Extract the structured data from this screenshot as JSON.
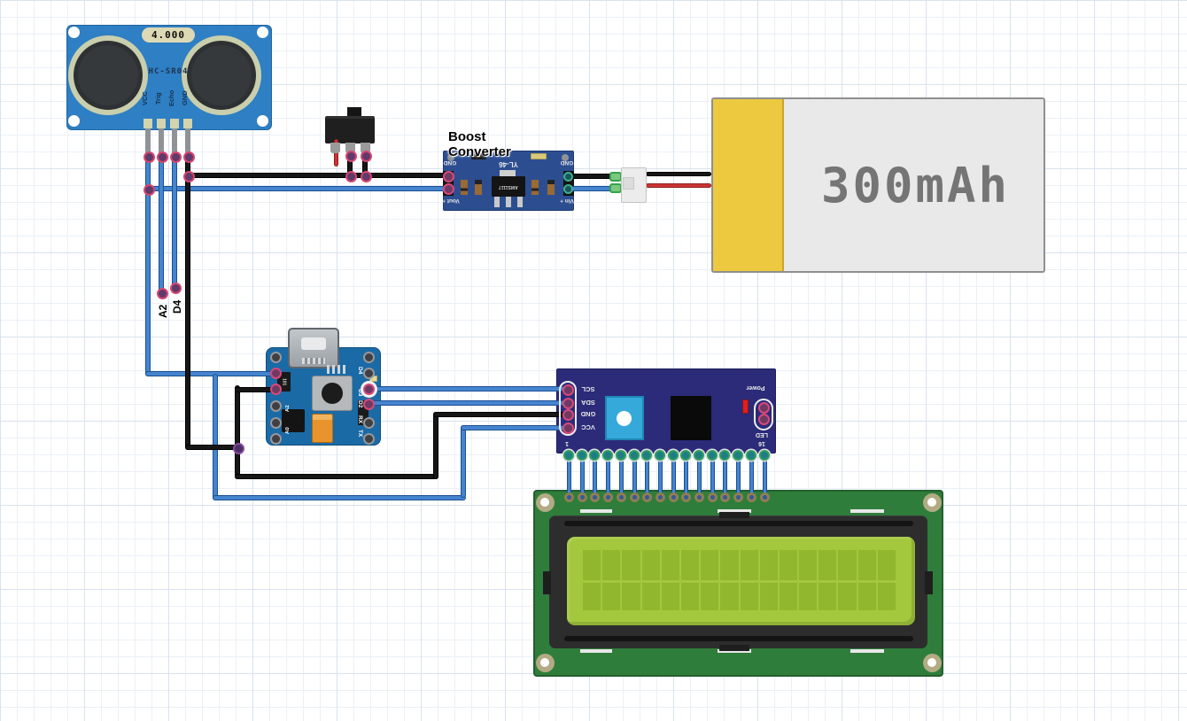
{
  "components": {
    "ultrasonic_sensor": {
      "badge": "4.000",
      "name": "HC-SR04",
      "pins": [
        "VCC",
        "Trig",
        "Echo",
        "GND"
      ]
    },
    "boost_converter": {
      "title": "Boost Converter",
      "pcb_code": "YL-46",
      "regulator": "AMS1117",
      "gnd_left": "GND",
      "gnd_right": "GND",
      "vout": "Vout +",
      "vin": "Vin +"
    },
    "battery": {
      "capacity": "300mAh"
    },
    "microcontroller": {
      "right_pin_labels": [
        "D4",
        "D3",
        "D2",
        "RX",
        "TX"
      ],
      "left_pin_labels": [
        "A2",
        "A0"
      ],
      "resistor_marking": "101"
    },
    "i2c_backpack": {
      "left_pin_labels": [
        "SCL",
        "SDA",
        "GND",
        "VCC"
      ],
      "power_label": "Power",
      "led_label": "LED",
      "pin16_label": "16",
      "pin1_label": "1"
    },
    "lcd": {
      "cols": 16,
      "rows": 2
    }
  },
  "net_labels": {
    "trig": "A2",
    "echo": "D4"
  },
  "colors": {
    "wire_blue": "#4585cf",
    "wire_black": "#161616",
    "wire_red": "#cc3333",
    "sensor_board": "#2e7fc3",
    "boost_board": "#2c4e91",
    "micro_board": "#1a6aa6",
    "backpack_board": "#2b2b79",
    "lcd_pcb": "#2f7d3b",
    "lcd_screen": "#a3c83d",
    "battery_yellow": "#ecc93f",
    "pin_pink": "#d8487a",
    "pin_green": "#2f9e5f"
  }
}
